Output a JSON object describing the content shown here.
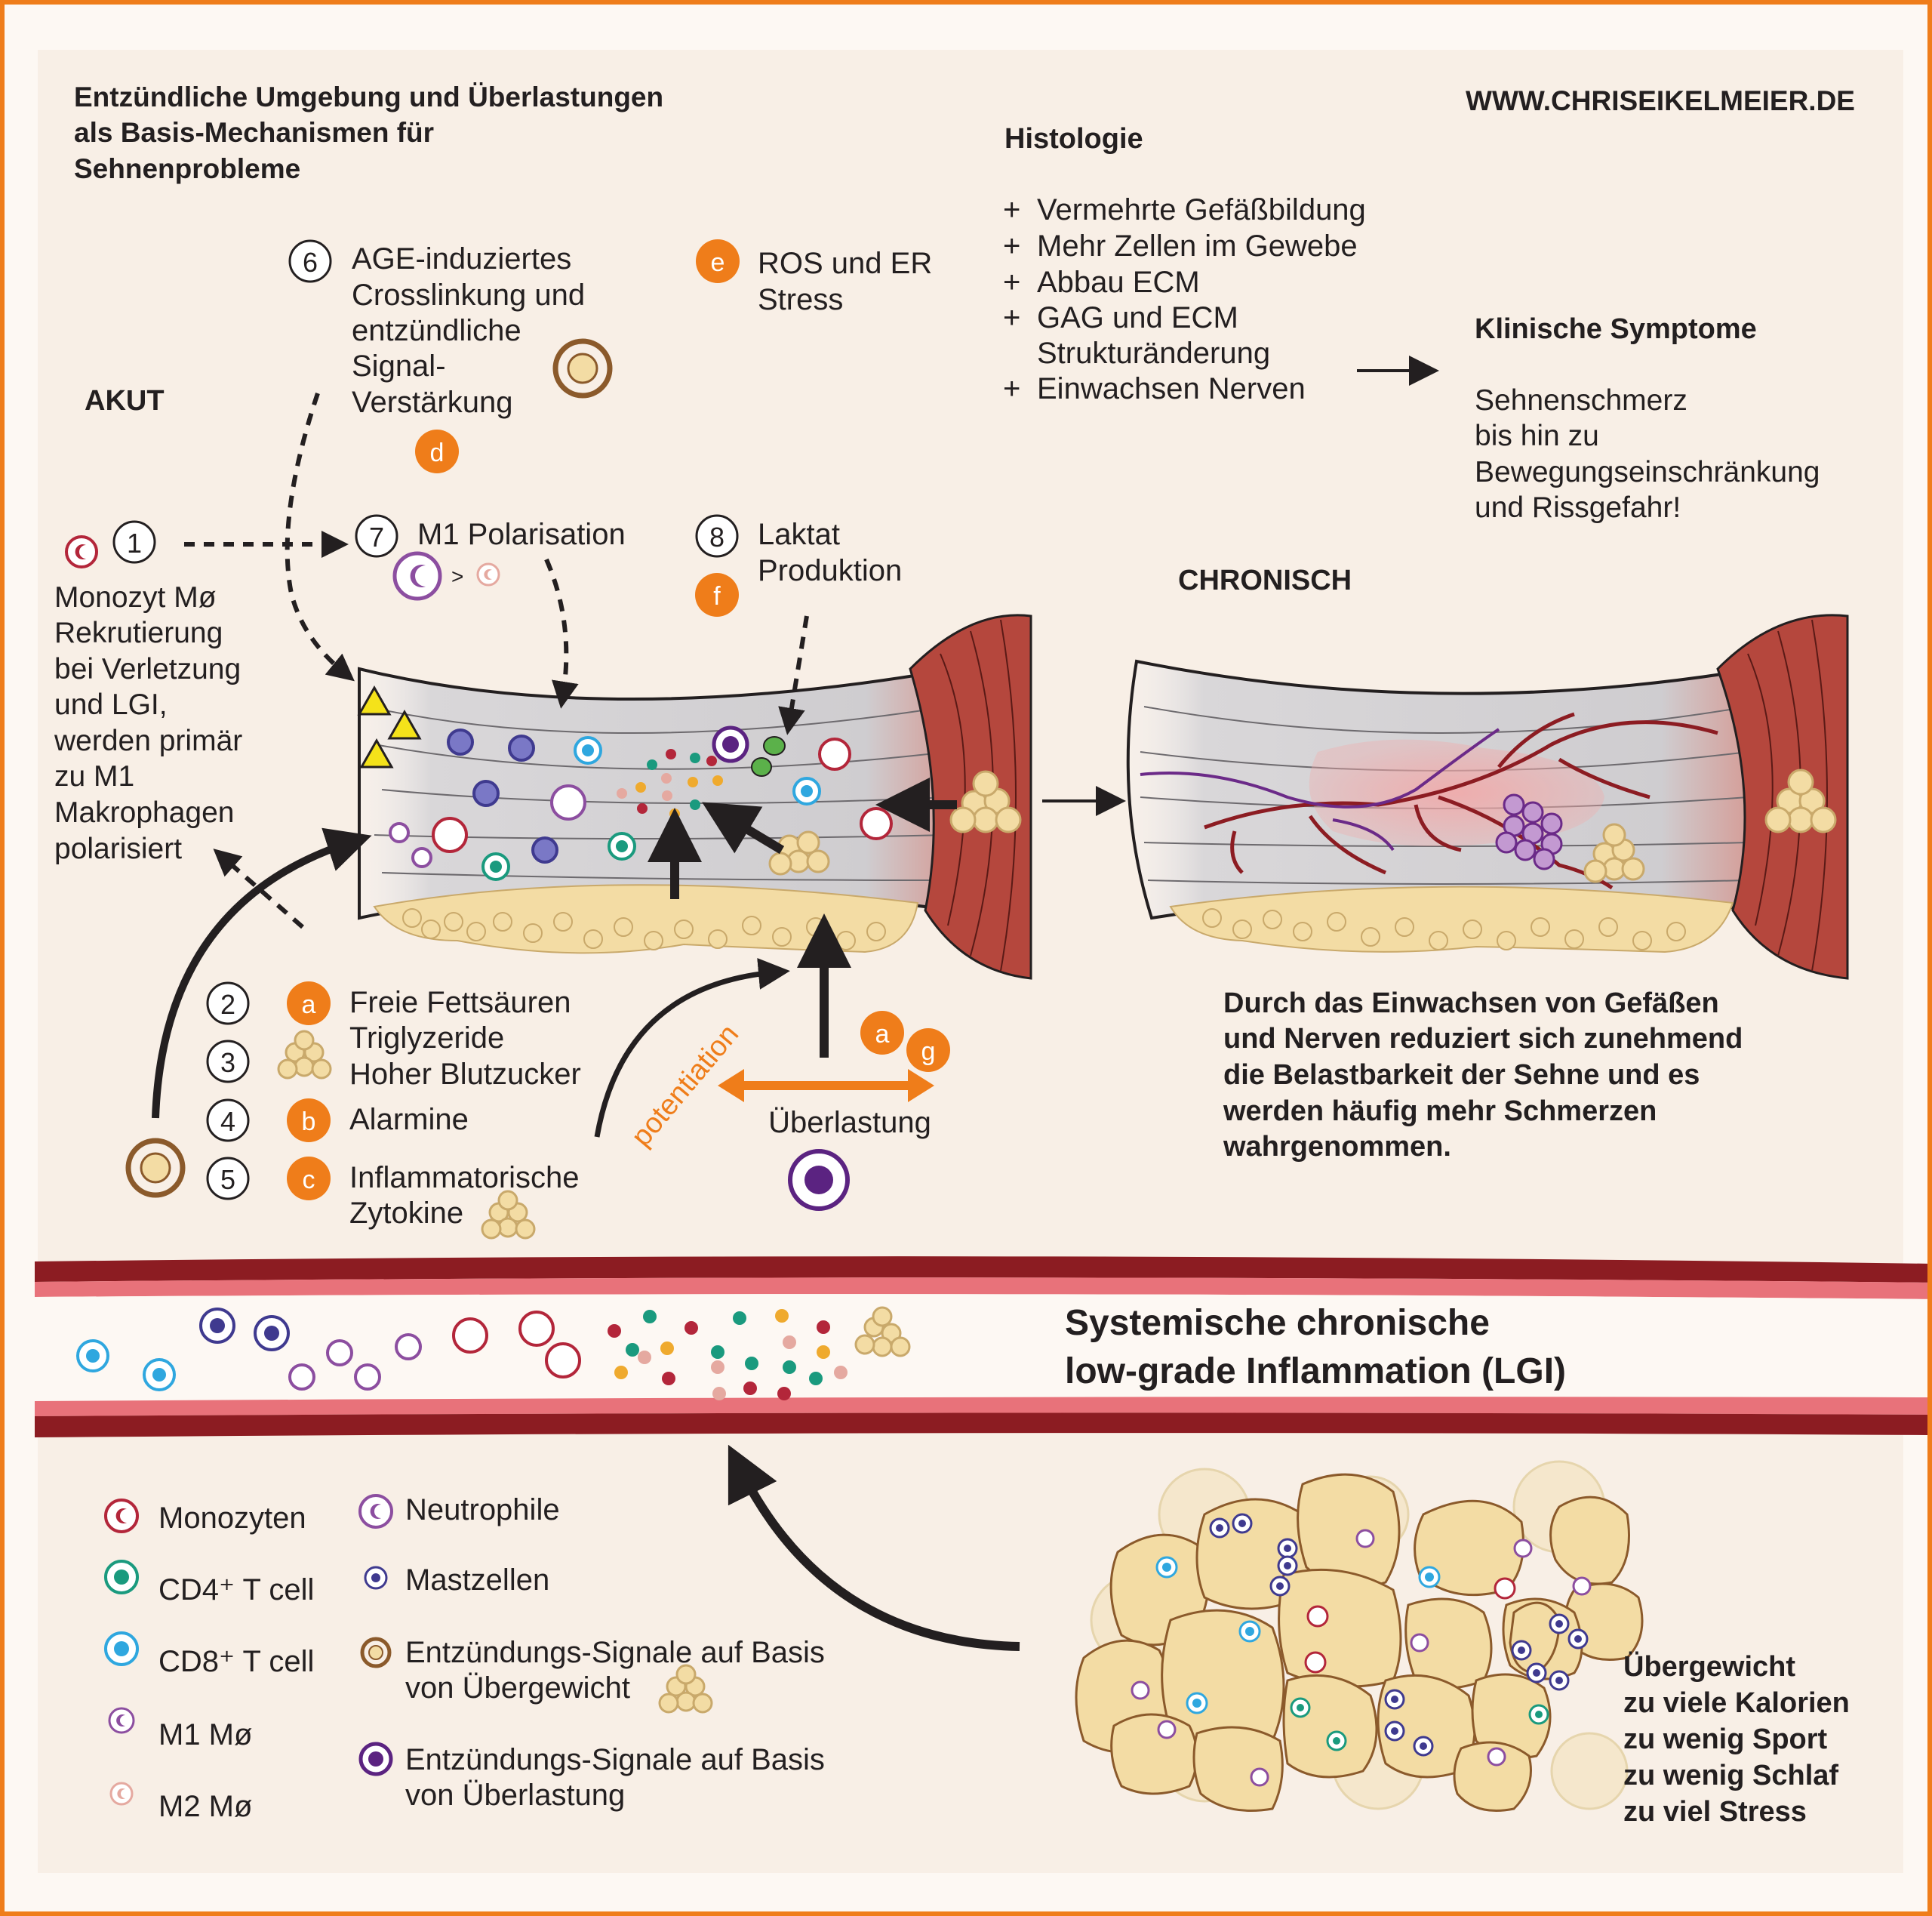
{
  "colors": {
    "frame": "#ef7d1a",
    "accent_orange": "#ef7d1a",
    "muscle": "#b5473d",
    "vessel": "#8c1c22",
    "fat": "#f3dca4",
    "monocyte": "#b3263a",
    "cd4": "#1a9a7e",
    "cd8": "#2fa7df",
    "m1": "#8c4ea0",
    "mast": "#3f3a8f",
    "overload_signal": "#5b2381",
    "obesity_signal": "#8b5a2b"
  },
  "title": {
    "line1": "Entzündliche Umgebung und Überlastungen",
    "line2": "als Basis-Mechanismen für",
    "line3": "Sehnenprobleme"
  },
  "website": "WWW.CHRISEIKELMEIER.DE",
  "akut": "AKUT",
  "chronisch": "CHRONISCH",
  "histology": {
    "title": "Histologie",
    "items": [
      {
        "bullet": "+",
        "text": "Vermehrte Gefäßbildung"
      },
      {
        "bullet": "+",
        "text": "Mehr Zellen im Gewebe"
      },
      {
        "bullet": "+",
        "text": "Abbau ECM"
      },
      {
        "bullet": "+",
        "text": "GAG und ECM"
      },
      {
        "bullet": "",
        "text": "Strukturänderung"
      },
      {
        "bullet": "+",
        "text": "Einwachsen Nerven"
      }
    ]
  },
  "clinical": {
    "title": "Klinische Symptome",
    "lines": [
      "Sehnenschmerz",
      "bis hin zu",
      "Bewegungseinschränkung",
      "und Rissgefahr!"
    ]
  },
  "step6": {
    "num": "6",
    "lines": [
      "AGE-induziertes",
      "Crosslinkung und",
      "entzündliche",
      "Signal-",
      "Verstärkung"
    ],
    "badge": "d"
  },
  "step_e": {
    "badge": "e",
    "lines": [
      "ROS und ER",
      "Stress"
    ]
  },
  "step1": {
    "num": "1",
    "lines": [
      "Monozyt Mø",
      "Rekrutierung",
      "bei Verletzung",
      "und LGI,",
      "werden primär",
      "zu M1",
      "Makrophagen",
      "polarisiert"
    ]
  },
  "step7": {
    "num": "7",
    "text": "M1 Polarisation",
    "gt": ">"
  },
  "step8": {
    "num": "8",
    "lines": [
      "Laktat",
      "Produktion"
    ],
    "badge": "f"
  },
  "factors": [
    {
      "num": "2",
      "badge": "a",
      "text": "Freie Fettsäuren"
    },
    {
      "num": "3",
      "badge": "",
      "text": "Triglyzeride"
    },
    {
      "num": "",
      "badge": "",
      "text": "Hoher Blutzucker"
    },
    {
      "num": "4",
      "badge": "b",
      "text": "Alarmine"
    },
    {
      "num": "5",
      "badge": "c",
      "text": "Inflammatorische"
    },
    {
      "num": "",
      "badge": "",
      "text": "Zytokine"
    }
  ],
  "potentiation": "potentiation",
  "overload": {
    "text": "Überlastung",
    "badge1": "a",
    "badge2": "g"
  },
  "chronic_text": [
    "Durch das Einwachsen von Gefäßen",
    "und Nerven reduziert sich zunehmend",
    "die Belastbarkeit der Sehne und es",
    "werden häufig mehr Schmerzen",
    "wahrgenommen."
  ],
  "lgi": {
    "line1": "Systemische chronische",
    "line2": "low-grade Inflammation (LGI)"
  },
  "legend": [
    {
      "icon": "monocyte-icon",
      "text": "Monozyten"
    },
    {
      "icon": "neutrophil-icon",
      "text": "Neutrophile"
    },
    {
      "icon": "cd4-icon",
      "text": "CD4⁺ T cell"
    },
    {
      "icon": "mast-cell-icon",
      "text": "Mastzellen"
    },
    {
      "icon": "cd8-icon",
      "text": "CD8⁺ T cell"
    },
    {
      "icon": "obesity-signal-icon",
      "text": "Entzündungs-Signale auf Basis",
      "text2": "von Übergewicht"
    },
    {
      "icon": "m1-icon",
      "text": "M1 Mø"
    },
    {
      "icon": "overload-signal-icon",
      "text": "Entzündungs-Signale auf Basis",
      "text2": "von Überlastung"
    },
    {
      "icon": "m2-icon",
      "text": "M2 Mø"
    }
  ],
  "obesity_causes": [
    "Übergewicht",
    "zu viele Kalorien",
    "zu wenig Sport",
    "zu wenig Schlaf",
    "zu viel Stress"
  ]
}
